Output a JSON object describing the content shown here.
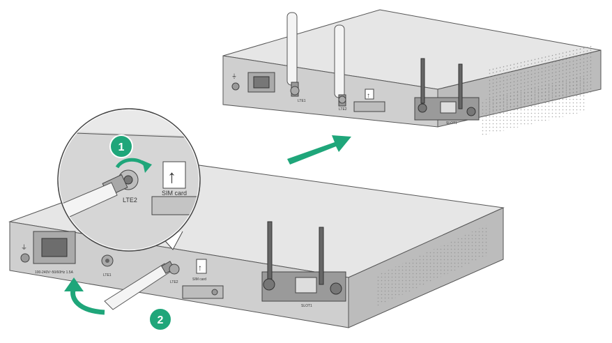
{
  "steps": {
    "step1": "1",
    "step2": "2"
  },
  "labels": {
    "lte1": "LTE1",
    "lte2": "LTE2",
    "sim_card": "SIM card",
    "slot1": "SLOT1",
    "power_rating": "100-240V~50/60Hz 1.5A"
  },
  "colors": {
    "accent": "#1fa67a",
    "chassis_top": "#e3e3e3",
    "chassis_front": "#cfcfcf",
    "chassis_side": "#b8b8b8",
    "outline": "#555555"
  },
  "icons": [
    "ground-icon",
    "sim-arrow-icon",
    "rotate-arrow-icon",
    "transition-arrow-icon"
  ]
}
